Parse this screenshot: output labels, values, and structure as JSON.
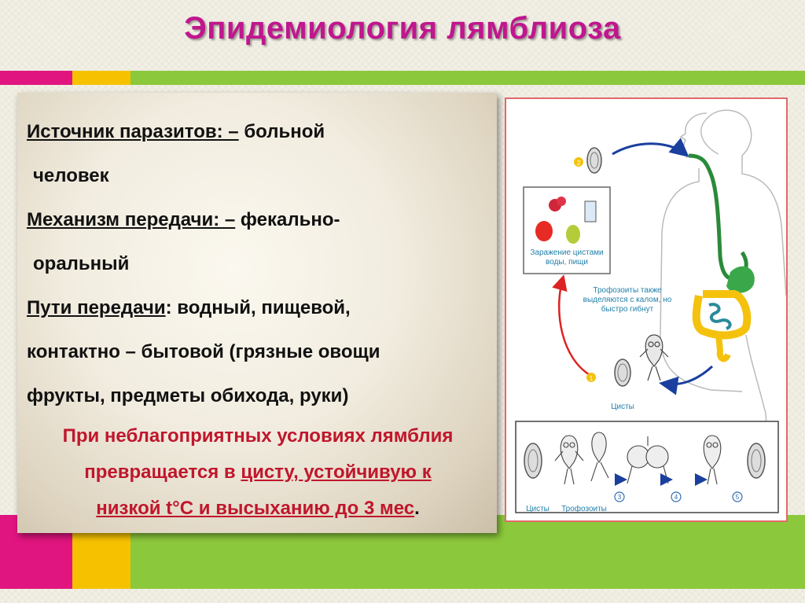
{
  "slide": {
    "title": "Эпидемиология лямблиоза"
  },
  "text": {
    "source_label": "Источник  паразитов: –",
    "source_value": " больной",
    "source_value_2": "человек",
    "mechanism_label": "Механизм передачи: –",
    "mechanism_value": " фекально-",
    "mechanism_value_2": "оральный",
    "routes_label": "Пути передачи",
    "routes_value": ": водный, пищевой,",
    "routes_value_2": "контактно – бытовой (грязные овощи",
    "routes_value_3": "фрукты, предметы  обихода, руки)",
    "warning_1": "При неблагоприятных условиях лямблия",
    "warning_2a": "превращается в ",
    "warning_2b": "цисту, устойчивую к",
    "warning_3": "низкой t°C и высыханию до 3 мес",
    "warning_3_end": "."
  },
  "diagram": {
    "label_infection": "Заражение цистами воды, пищи",
    "label_trophozoites": "Трофозоиты также выделяются с калом, но быстро гибнут",
    "label_cysts": "Цисты",
    "label_bottom_cysts": "Цисты",
    "label_bottom_troph": "Трофозоиты",
    "step_numbers": [
      "1",
      "2",
      "3",
      "4",
      "5"
    ]
  },
  "colors": {
    "title": "#c0168e",
    "warning": "#c0162c",
    "stripe_pink": "#e0157f",
    "stripe_yellow": "#f6c200",
    "stripe_green": "#8cc83c"
  }
}
